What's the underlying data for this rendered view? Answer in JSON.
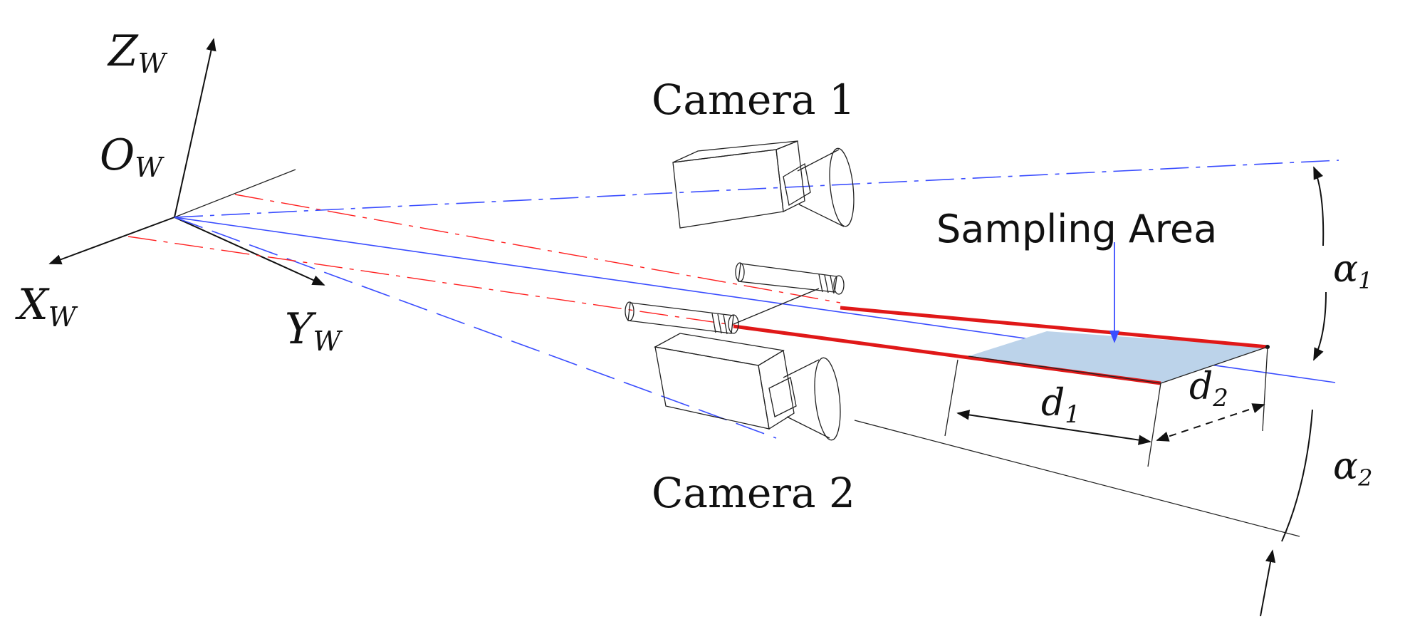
{
  "labels": {
    "axis_z": {
      "main": "Z",
      "sub": "W"
    },
    "axis_x": {
      "main": "X",
      "sub": "W"
    },
    "axis_y": {
      "main": "Y",
      "sub": "W"
    },
    "origin": {
      "main": "O",
      "sub": "W"
    },
    "camera1": "Camera 1",
    "camera2": "Camera 2",
    "sampling_area": "Sampling Area",
    "d1": {
      "main": "d",
      "sub": "1"
    },
    "d2": {
      "main": "d",
      "sub": "2"
    },
    "alpha1": {
      "main": "α",
      "sub": "1"
    },
    "alpha2": {
      "main": "α",
      "sub": "2"
    }
  },
  "colors": {
    "line_dark": "#111111",
    "laser_red": "#e01818",
    "ray_blue": "#3a4dff",
    "area_fill": "#bcd3ea"
  }
}
